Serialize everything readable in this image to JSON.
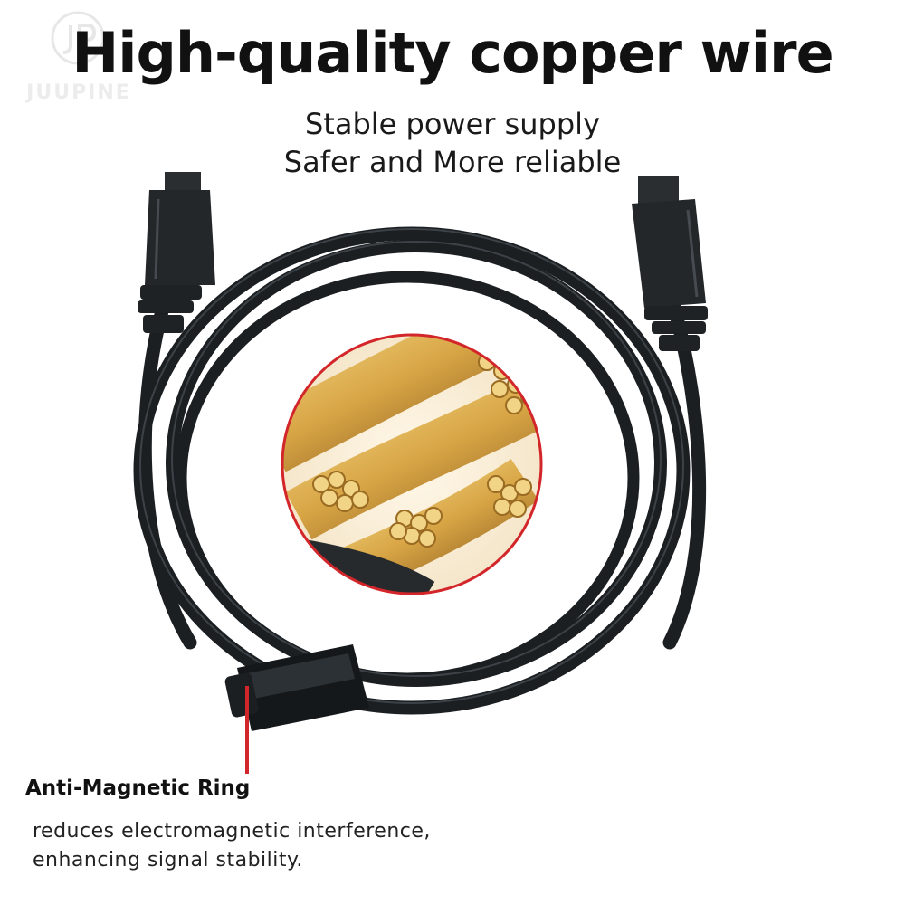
{
  "brand": {
    "name": "JUUPINE"
  },
  "headline": "High-quality copper wire",
  "subheadline_line1": "Stable power supply",
  "subheadline_line2": "Safer and More reliable",
  "callout": {
    "label": "Anti-Magnetic Ring",
    "description_line1": "reduces electromagnetic interference,",
    "description_line2": "enhancing signal stability."
  },
  "colors": {
    "accent_red": "#d3262a",
    "cable_black": "#1b1f22",
    "copper": "#d8a545",
    "text_dark": "#111111"
  },
  "icons": [
    "brand-logo-icon",
    "copper-strand-icon",
    "ferrite-core-icon"
  ]
}
